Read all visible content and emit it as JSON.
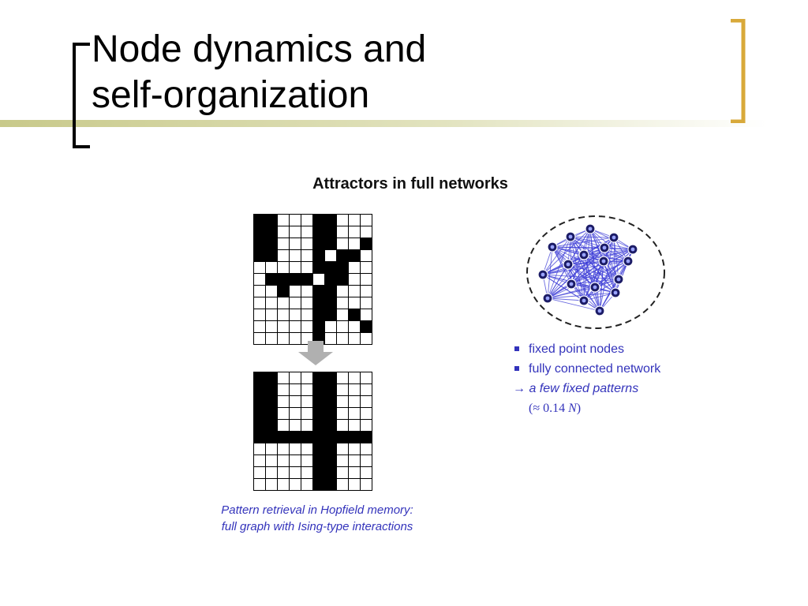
{
  "slide": {
    "title_line1": "Node dynamics and",
    "title_line2": "self-organization"
  },
  "figure": {
    "title": "Attractors in full networks",
    "noisy_pattern": [
      [
        1,
        1,
        0,
        0,
        0,
        1,
        1,
        0,
        0,
        0
      ],
      [
        1,
        1,
        0,
        0,
        0,
        1,
        1,
        0,
        0,
        0
      ],
      [
        1,
        1,
        0,
        0,
        0,
        1,
        1,
        0,
        0,
        1
      ],
      [
        1,
        1,
        0,
        0,
        0,
        1,
        0,
        1,
        1,
        0
      ],
      [
        0,
        0,
        0,
        0,
        0,
        1,
        1,
        1,
        0,
        0
      ],
      [
        0,
        1,
        1,
        1,
        1,
        0,
        1,
        1,
        0,
        0
      ],
      [
        0,
        0,
        1,
        0,
        0,
        1,
        1,
        0,
        0,
        0
      ],
      [
        0,
        0,
        0,
        0,
        0,
        1,
        1,
        0,
        0,
        0
      ],
      [
        0,
        0,
        0,
        0,
        0,
        1,
        1,
        0,
        1,
        0
      ],
      [
        0,
        0,
        0,
        0,
        0,
        1,
        0,
        0,
        0,
        1
      ],
      [
        0,
        0,
        0,
        0,
        0,
        1,
        0,
        0,
        0,
        0
      ]
    ],
    "retrieved_pattern": [
      [
        1,
        1,
        0,
        0,
        0,
        1,
        1,
        0,
        0,
        0
      ],
      [
        1,
        1,
        0,
        0,
        0,
        1,
        1,
        0,
        0,
        0
      ],
      [
        1,
        1,
        0,
        0,
        0,
        1,
        1,
        0,
        0,
        0
      ],
      [
        1,
        1,
        0,
        0,
        0,
        1,
        1,
        0,
        0,
        0
      ],
      [
        1,
        1,
        0,
        0,
        0,
        1,
        1,
        0,
        0,
        0
      ],
      [
        1,
        1,
        1,
        1,
        1,
        1,
        1,
        1,
        1,
        1
      ],
      [
        0,
        0,
        0,
        0,
        0,
        1,
        1,
        0,
        0,
        0
      ],
      [
        0,
        0,
        0,
        0,
        0,
        1,
        1,
        0,
        0,
        0
      ],
      [
        0,
        0,
        0,
        0,
        0,
        1,
        1,
        0,
        0,
        0
      ],
      [
        0,
        0,
        0,
        0,
        0,
        1,
        1,
        0,
        0,
        0
      ]
    ],
    "caption_line1": "Pattern retrieval in Hopfield memory:",
    "caption_line2": "full graph with Ising-type interactions",
    "features": [
      "fixed point nodes",
      "fully connected network"
    ],
    "arrow_symbol": "→",
    "result": "a few fixed patterns",
    "capacity_open": "(≈ 0.14 ",
    "capacity_var": "N",
    "capacity_close": ")"
  },
  "colors": {
    "bracket": "#d8a93a",
    "annotation_text": "#3333bb",
    "network_edges": "#3b3bd6",
    "gray_arrow": "#b0b0b0"
  }
}
